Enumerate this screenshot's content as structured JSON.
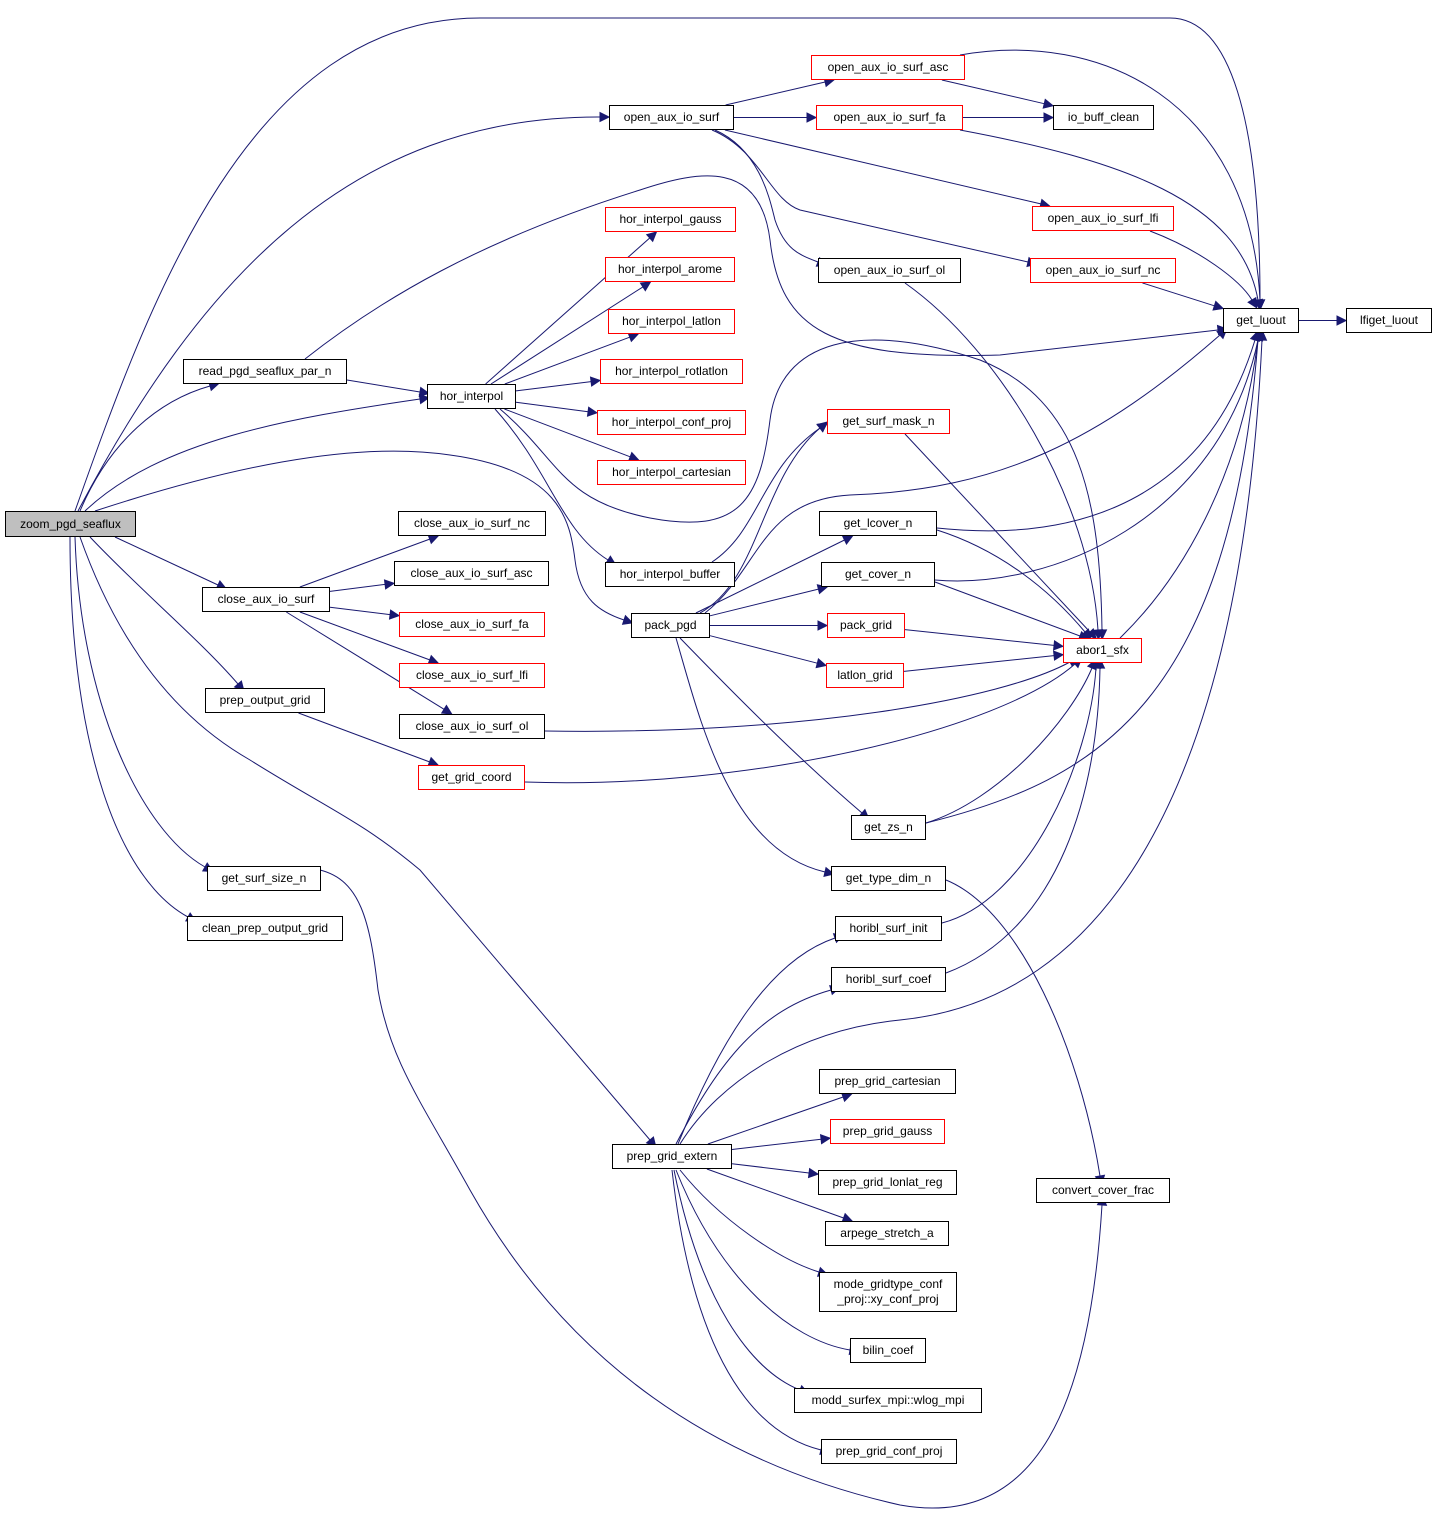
{
  "graph": {
    "kind": "call-graph",
    "colors": {
      "edge": "#191970",
      "node_border": "#000000",
      "truncated_border": "#ff0000",
      "root_fill": "#bfbfbf"
    },
    "nodes": [
      {
        "id": "zoom_pgd_seaflux",
        "label": "zoom_pgd_seaflux",
        "style": "root"
      },
      {
        "id": "open_aux_io_surf",
        "label": "open_aux_io_surf",
        "style": "normal"
      },
      {
        "id": "open_aux_io_surf_asc",
        "label": "open_aux_io_surf_asc",
        "style": "truncated"
      },
      {
        "id": "open_aux_io_surf_fa",
        "label": "open_aux_io_surf_fa",
        "style": "truncated"
      },
      {
        "id": "io_buff_clean",
        "label": "io_buff_clean",
        "style": "normal"
      },
      {
        "id": "open_aux_io_surf_lfi",
        "label": "open_aux_io_surf_lfi",
        "style": "truncated"
      },
      {
        "id": "open_aux_io_surf_ol",
        "label": "open_aux_io_surf_ol",
        "style": "normal"
      },
      {
        "id": "open_aux_io_surf_nc",
        "label": "open_aux_io_surf_nc",
        "style": "truncated"
      },
      {
        "id": "get_luout",
        "label": "get_luout",
        "style": "normal"
      },
      {
        "id": "lfiget_luout",
        "label": "lfiget_luout",
        "style": "normal"
      },
      {
        "id": "hor_interpol_gauss",
        "label": "hor_interpol_gauss",
        "style": "truncated"
      },
      {
        "id": "hor_interpol_arome",
        "label": "hor_interpol_arome",
        "style": "truncated"
      },
      {
        "id": "hor_interpol_latlon",
        "label": "hor_interpol_latlon",
        "style": "truncated"
      },
      {
        "id": "hor_interpol_rotlatlon",
        "label": "hor_interpol_rotlatlon",
        "style": "truncated"
      },
      {
        "id": "hor_interpol_conf_proj",
        "label": "hor_interpol_conf_proj",
        "style": "truncated"
      },
      {
        "id": "hor_interpol_cartesian",
        "label": "hor_interpol_cartesian",
        "style": "truncated"
      },
      {
        "id": "read_pgd_seaflux_par_n",
        "label": "read_pgd_seaflux_par_n",
        "style": "normal"
      },
      {
        "id": "hor_interpol",
        "label": "hor_interpol",
        "style": "normal"
      },
      {
        "id": "get_surf_mask_n",
        "label": "get_surf_mask_n",
        "style": "truncated"
      },
      {
        "id": "close_aux_io_surf_nc",
        "label": "close_aux_io_surf_nc",
        "style": "normal"
      },
      {
        "id": "close_aux_io_surf_asc",
        "label": "close_aux_io_surf_asc",
        "style": "normal"
      },
      {
        "id": "close_aux_io_surf",
        "label": "close_aux_io_surf",
        "style": "normal"
      },
      {
        "id": "close_aux_io_surf_fa",
        "label": "close_aux_io_surf_fa",
        "style": "truncated"
      },
      {
        "id": "close_aux_io_surf_lfi",
        "label": "close_aux_io_surf_lfi",
        "style": "truncated"
      },
      {
        "id": "close_aux_io_surf_ol",
        "label": "close_aux_io_surf_ol",
        "style": "normal"
      },
      {
        "id": "hor_interpol_buffer",
        "label": "hor_interpol_buffer",
        "style": "normal"
      },
      {
        "id": "get_lcover_n",
        "label": "get_lcover_n",
        "style": "normal"
      },
      {
        "id": "get_cover_n",
        "label": "get_cover_n",
        "style": "normal"
      },
      {
        "id": "pack_pgd",
        "label": "pack_pgd",
        "style": "normal"
      },
      {
        "id": "pack_grid",
        "label": "pack_grid",
        "style": "truncated"
      },
      {
        "id": "abor1_sfx",
        "label": "abor1_sfx",
        "style": "truncated"
      },
      {
        "id": "latlon_grid",
        "label": "latlon_grid",
        "style": "truncated"
      },
      {
        "id": "prep_output_grid",
        "label": "prep_output_grid",
        "style": "normal"
      },
      {
        "id": "get_grid_coord",
        "label": "get_grid_coord",
        "style": "truncated"
      },
      {
        "id": "get_zs_n",
        "label": "get_zs_n",
        "style": "normal"
      },
      {
        "id": "get_surf_size_n",
        "label": "get_surf_size_n",
        "style": "normal"
      },
      {
        "id": "get_type_dim_n",
        "label": "get_type_dim_n",
        "style": "normal"
      },
      {
        "id": "clean_prep_output_grid",
        "label": "clean_prep_output_grid",
        "style": "normal"
      },
      {
        "id": "horibl_surf_init",
        "label": "horibl_surf_init",
        "style": "normal"
      },
      {
        "id": "horibl_surf_coef",
        "label": "horibl_surf_coef",
        "style": "normal"
      },
      {
        "id": "prep_grid_cartesian",
        "label": "prep_grid_cartesian",
        "style": "normal"
      },
      {
        "id": "prep_grid_gauss",
        "label": "prep_grid_gauss",
        "style": "truncated"
      },
      {
        "id": "prep_grid_extern",
        "label": "prep_grid_extern",
        "style": "normal"
      },
      {
        "id": "prep_grid_lonlat_reg",
        "label": "prep_grid_lonlat_reg",
        "style": "normal"
      },
      {
        "id": "convert_cover_frac",
        "label": "convert_cover_frac",
        "style": "normal"
      },
      {
        "id": "arpege_stretch_a",
        "label": "arpege_stretch_a",
        "style": "normal"
      },
      {
        "id": "xy_conf_proj",
        "label": "mode_gridtype_conf\n_proj::xy_conf_proj",
        "style": "normal"
      },
      {
        "id": "bilin_coef",
        "label": "bilin_coef",
        "style": "normal"
      },
      {
        "id": "wlog_mpi",
        "label": "modd_surfex_mpi::wlog_mpi",
        "style": "normal"
      },
      {
        "id": "prep_grid_conf_proj",
        "label": "prep_grid_conf_proj",
        "style": "normal"
      }
    ],
    "edges": [
      [
        "zoom_pgd_seaflux",
        "get_luout"
      ],
      [
        "zoom_pgd_seaflux",
        "open_aux_io_surf"
      ],
      [
        "zoom_pgd_seaflux",
        "read_pgd_seaflux_par_n"
      ],
      [
        "zoom_pgd_seaflux",
        "hor_interpol"
      ],
      [
        "zoom_pgd_seaflux",
        "pack_pgd"
      ],
      [
        "zoom_pgd_seaflux",
        "close_aux_io_surf"
      ],
      [
        "zoom_pgd_seaflux",
        "prep_output_grid"
      ],
      [
        "zoom_pgd_seaflux",
        "get_surf_size_n"
      ],
      [
        "zoom_pgd_seaflux",
        "clean_prep_output_grid"
      ],
      [
        "zoom_pgd_seaflux",
        "prep_grid_extern"
      ],
      [
        "open_aux_io_surf",
        "open_aux_io_surf_asc"
      ],
      [
        "open_aux_io_surf",
        "open_aux_io_surf_fa"
      ],
      [
        "open_aux_io_surf",
        "open_aux_io_surf_lfi"
      ],
      [
        "open_aux_io_surf",
        "open_aux_io_surf_ol"
      ],
      [
        "open_aux_io_surf",
        "open_aux_io_surf_nc"
      ],
      [
        "open_aux_io_surf_asc",
        "io_buff_clean"
      ],
      [
        "open_aux_io_surf_asc",
        "get_luout"
      ],
      [
        "open_aux_io_surf_fa",
        "io_buff_clean"
      ],
      [
        "open_aux_io_surf_fa",
        "get_luout"
      ],
      [
        "open_aux_io_surf_lfi",
        "get_luout"
      ],
      [
        "open_aux_io_surf_nc",
        "get_luout"
      ],
      [
        "open_aux_io_surf_ol",
        "abor1_sfx"
      ],
      [
        "get_luout",
        "lfiget_luout"
      ],
      [
        "read_pgd_seaflux_par_n",
        "hor_interpol"
      ],
      [
        "read_pgd_seaflux_par_n",
        "get_luout"
      ],
      [
        "hor_interpol",
        "hor_interpol_gauss"
      ],
      [
        "hor_interpol",
        "hor_interpol_arome"
      ],
      [
        "hor_interpol",
        "hor_interpol_latlon"
      ],
      [
        "hor_interpol",
        "hor_interpol_rotlatlon"
      ],
      [
        "hor_interpol",
        "hor_interpol_conf_proj"
      ],
      [
        "hor_interpol",
        "hor_interpol_cartesian"
      ],
      [
        "hor_interpol",
        "hor_interpol_buffer"
      ],
      [
        "hor_interpol",
        "abor1_sfx"
      ],
      [
        "hor_interpol_buffer",
        "get_surf_mask_n"
      ],
      [
        "get_surf_mask_n",
        "abor1_sfx"
      ],
      [
        "close_aux_io_surf",
        "close_aux_io_surf_nc"
      ],
      [
        "close_aux_io_surf",
        "close_aux_io_surf_asc"
      ],
      [
        "close_aux_io_surf",
        "close_aux_io_surf_fa"
      ],
      [
        "close_aux_io_surf",
        "close_aux_io_surf_lfi"
      ],
      [
        "close_aux_io_surf",
        "close_aux_io_surf_ol"
      ],
      [
        "close_aux_io_surf_ol",
        "abor1_sfx"
      ],
      [
        "pack_pgd",
        "get_surf_mask_n"
      ],
      [
        "pack_pgd",
        "get_lcover_n"
      ],
      [
        "pack_pgd",
        "get_cover_n"
      ],
      [
        "pack_pgd",
        "pack_grid"
      ],
      [
        "pack_pgd",
        "latlon_grid"
      ],
      [
        "pack_pgd",
        "get_zs_n"
      ],
      [
        "pack_pgd",
        "get_type_dim_n"
      ],
      [
        "pack_pgd",
        "get_luout"
      ],
      [
        "get_lcover_n",
        "get_luout"
      ],
      [
        "get_lcover_n",
        "abor1_sfx"
      ],
      [
        "get_cover_n",
        "get_luout"
      ],
      [
        "get_cover_n",
        "abor1_sfx"
      ],
      [
        "pack_grid",
        "abor1_sfx"
      ],
      [
        "latlon_grid",
        "abor1_sfx"
      ],
      [
        "abor1_sfx",
        "get_luout"
      ],
      [
        "prep_output_grid",
        "get_grid_coord"
      ],
      [
        "get_grid_coord",
        "abor1_sfx"
      ],
      [
        "get_zs_n",
        "abor1_sfx"
      ],
      [
        "get_zs_n",
        "get_luout"
      ],
      [
        "get_type_dim_n",
        "convert_cover_frac"
      ],
      [
        "get_surf_size_n",
        "convert_cover_frac"
      ],
      [
        "horibl_surf_init",
        "abor1_sfx"
      ],
      [
        "horibl_surf_coef",
        "abor1_sfx"
      ],
      [
        "prep_grid_extern",
        "horibl_surf_init"
      ],
      [
        "prep_grid_extern",
        "horibl_surf_coef"
      ],
      [
        "prep_grid_extern",
        "get_luout"
      ],
      [
        "prep_grid_extern",
        "prep_grid_cartesian"
      ],
      [
        "prep_grid_extern",
        "prep_grid_gauss"
      ],
      [
        "prep_grid_extern",
        "prep_grid_lonlat_reg"
      ],
      [
        "prep_grid_extern",
        "arpege_stretch_a"
      ],
      [
        "prep_grid_extern",
        "xy_conf_proj"
      ],
      [
        "prep_grid_extern",
        "bilin_coef"
      ],
      [
        "prep_grid_extern",
        "wlog_mpi"
      ],
      [
        "prep_grid_extern",
        "prep_grid_conf_proj"
      ]
    ]
  }
}
